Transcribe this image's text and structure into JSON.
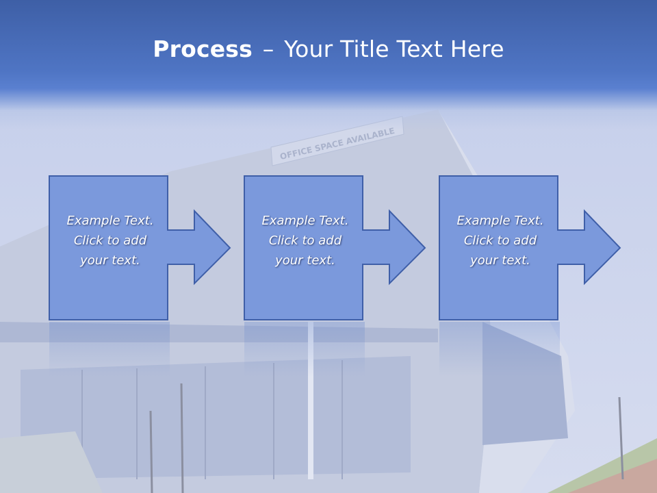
{
  "slide": {
    "title_bold": "Process",
    "title_dash": "–",
    "title_rest": "Your Title Text Here",
    "photo_sign": "OFFICE SPACE AVAILABLE"
  },
  "steps": [
    {
      "text": "Example Text.\nClick  to add\nyour text."
    },
    {
      "text": "Example Text.\nClick  to add\nyour text."
    },
    {
      "text": "Example Text.\nClick  to add\nyour text."
    }
  ],
  "colors": {
    "header": "#4f75c4",
    "shape_fill": "#7b99dc",
    "shape_stroke": "#3f5fa8",
    "title_text": "#ffffff"
  }
}
